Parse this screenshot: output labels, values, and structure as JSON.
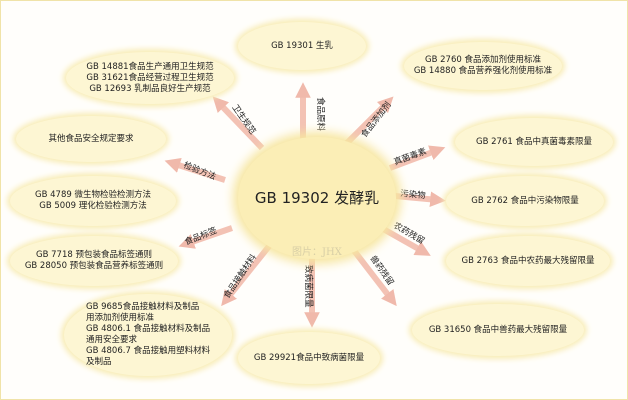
{
  "center": {
    "title": "GB 19302 发酵乳",
    "watermark": "图片：JHX"
  },
  "nodes": {
    "top": [
      "GB 19301 生乳"
    ],
    "top_right": [
      "GB 2760 食品添加剂使用标准",
      "GB 14880 食品营养强化剂使用标准"
    ],
    "right1": [
      "GB 2761 食品中真菌毒素限量"
    ],
    "right2": [
      "GB 2762 食品中污染物限量"
    ],
    "right3": [
      "GB 2763 食品中农药最大残留限量"
    ],
    "right4": [
      "GB 31650 食品中兽药最大残留限量"
    ],
    "bottom": [
      "GB 29921食品中致病菌限量"
    ],
    "bottom_left": [
      "GB 9685食品接触材料及制品",
      "用添加剂使用标准",
      "GB 4806.1 食品接触材料及制品",
      "通用安全要求",
      "GB 4806.7 食品接触用塑料材料",
      "及制品"
    ],
    "left4": [
      "GB 7718 预包装食品标签通则",
      "GB 28050 预包装食品营养标签通则"
    ],
    "left3": [
      "GB 4789 微生物检验检测方法",
      "GB 5009 理化检验检测方法"
    ],
    "left2": [
      "其他食品安全规定要求"
    ],
    "top_left": [
      "GB 14881食品生产通用卫生规范",
      "GB 31621食品经营过程卫生规范",
      "GB 12693 乳制品良好生产规范"
    ]
  },
  "arrows": {
    "raw_material": "食品原料",
    "additives": "食品添加剂",
    "mycotoxin": "真菌毒素",
    "contaminant": "污染物",
    "pesticide": "农药残留",
    "vet_drug": "兽药残留",
    "pathogen": "致病菌限量",
    "contact_material": "食品接触材料",
    "label": "食品标签",
    "test_method": "检验方法",
    "hygiene": "卫生规范"
  }
}
